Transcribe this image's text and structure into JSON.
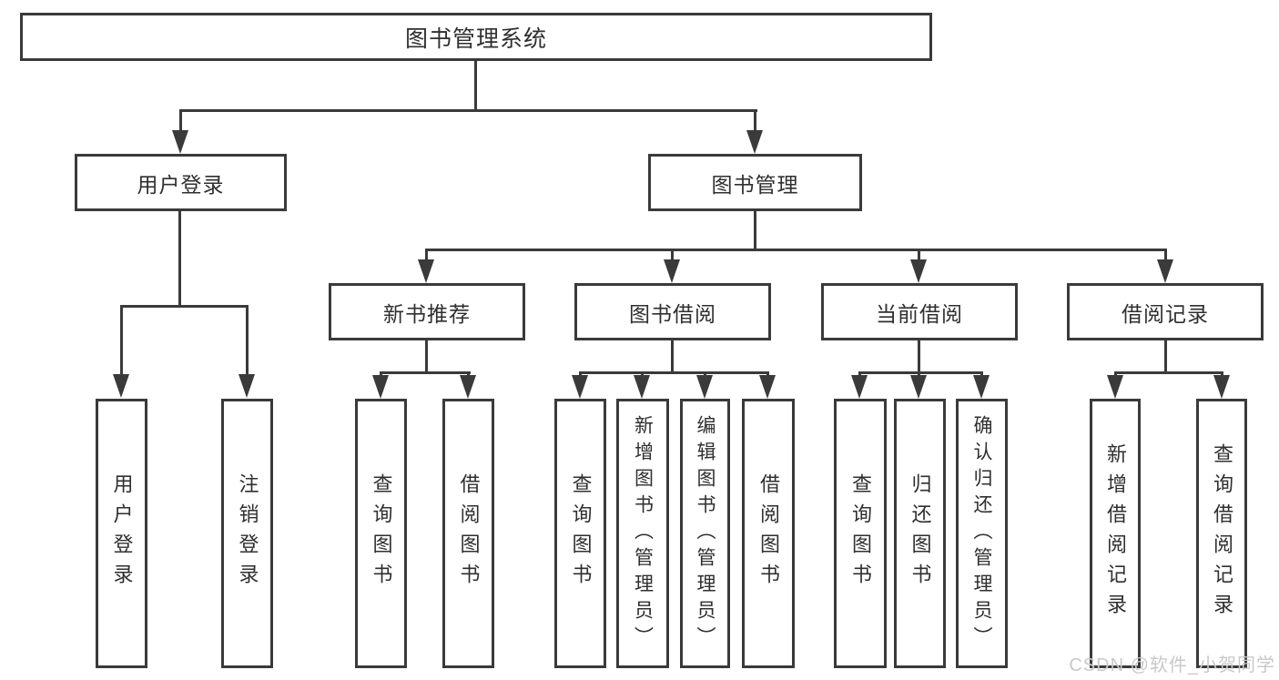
{
  "diagram_title": "图书管理系统",
  "watermark": "CSDN @软件_小贺同学",
  "colors": {
    "line": "#3a3a3a",
    "text": "#2f2f2f",
    "background": "#ffffff",
    "watermark": "#c9c9c9"
  },
  "chart_type": "hierarchy-diagram",
  "tree": {
    "root": {
      "label": "图书管理系统",
      "children": [
        {
          "label": "用户登录",
          "children": [
            {
              "label": "用户登录"
            },
            {
              "label": "注销登录"
            }
          ]
        },
        {
          "label": "图书管理",
          "children": [
            {
              "label": "新书推荐",
              "children": [
                {
                  "label": "查询图书"
                },
                {
                  "label": "借阅图书"
                }
              ]
            },
            {
              "label": "图书借阅",
              "children": [
                {
                  "label": "查询图书"
                },
                {
                  "label": "新增图书（管理员）"
                },
                {
                  "label": "编辑图书（管理员）"
                },
                {
                  "label": "借阅图书"
                }
              ]
            },
            {
              "label": "当前借阅",
              "children": [
                {
                  "label": "查询图书"
                },
                {
                  "label": "归还图书"
                },
                {
                  "label": "确认归还（管理员）"
                }
              ]
            },
            {
              "label": "借阅记录",
              "children": [
                {
                  "label": "新增借阅记录"
                },
                {
                  "label": "查询借阅记录"
                }
              ]
            }
          ]
        }
      ]
    }
  }
}
